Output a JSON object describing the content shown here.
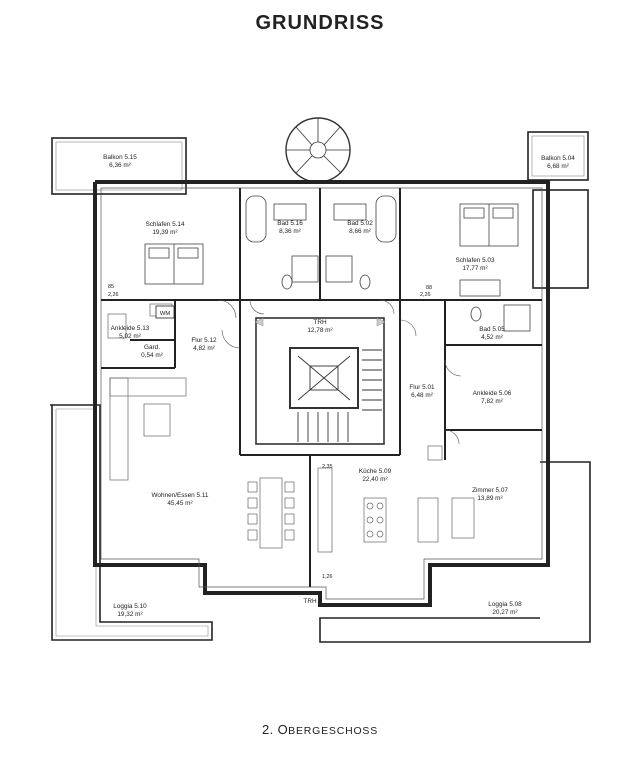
{
  "header": {
    "title": "GRUNDRISS"
  },
  "footer": {
    "floor_num": "2.",
    "floor_initial": "O",
    "floor_rest": "BERGESCHOSS"
  },
  "rooms": [
    {
      "name": "Balkon 5.15",
      "area": "6,36 m²"
    },
    {
      "name": "Balkon 5.04",
      "area": "6,68 m²"
    },
    {
      "name": "Schlafen 5.14",
      "area": "19,39 m²"
    },
    {
      "name": "Bad 5.16",
      "area": "8,36 m²"
    },
    {
      "name": "Bad 5.02",
      "area": "8,66 m²"
    },
    {
      "name": "Schlafen 5.03",
      "area": "17,77 m²"
    },
    {
      "name": "Ankleide 5.13",
      "area": "5,02 m²"
    },
    {
      "name": "Gard.",
      "area": "0,54 m²"
    },
    {
      "name": "Flur 5.12",
      "area": "4,82 m²"
    },
    {
      "name": "TRH",
      "area": "12,78 m²"
    },
    {
      "name": "Bad 5.05",
      "area": "4,52 m²"
    },
    {
      "name": "Flur 5.01",
      "area": "6,48 m²"
    },
    {
      "name": "Ankleide 5.06",
      "area": "7,82 m²"
    },
    {
      "name": "Küche 5.09",
      "area": "22,40 m²"
    },
    {
      "name": "Wohnen/Essen 5.11",
      "area": "45,45 m²"
    },
    {
      "name": "Zimmer 5.07",
      "area": "13,89 m²"
    },
    {
      "name": "Loggia 5.10",
      "area": "19,32 m²"
    },
    {
      "name": "TRH",
      "area": ""
    },
    {
      "name": "Loggia 5.08",
      "area": "20,27 m²"
    }
  ],
  "labels": {
    "wm": "WM",
    "dim_85": "85",
    "dim_226a": "2,26",
    "dim_88": "88",
    "dim_226b": "2,26",
    "dim_235": "2,35",
    "dim_126": "1,26"
  }
}
